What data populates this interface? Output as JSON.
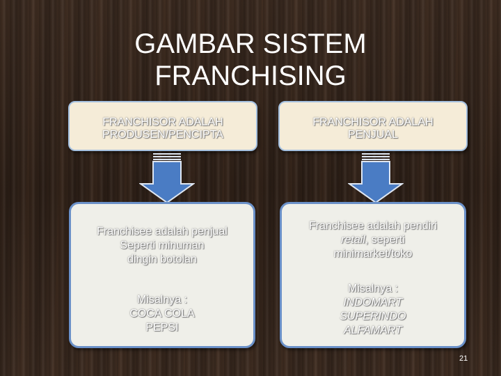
{
  "title": "GAMBAR SISTEM FRANCHISING",
  "left": {
    "header": [
      "FRANCHISOR ADALAH",
      "PRODUSEN/PENCIPTA"
    ],
    "description": [
      "Franchisee adalah penjual",
      "Seperti minuman",
      "dingin botolan"
    ],
    "example_label": "Misalnya :",
    "examples": [
      "COCA COLA",
      "PEPSI"
    ]
  },
  "right": {
    "header": [
      "FRANCHISOR ADALAH",
      "PENJUAL"
    ],
    "description_line1": "Franchisee adalah pendiri",
    "description_italic": "retail",
    "description_line2_suffix": ", seperti",
    "description_line3": "minimarket/toko",
    "example_label": "Misalnya :",
    "examples": [
      "INDOMART",
      "SUPERINDO",
      "ALFAMART"
    ]
  },
  "page_number": "21",
  "colors": {
    "box_fill": "#f5ecd8",
    "box_border": "#a4c0e0",
    "arrow_fill": "#4a7cc4"
  },
  "icons": [
    "down-arrow-icon"
  ]
}
